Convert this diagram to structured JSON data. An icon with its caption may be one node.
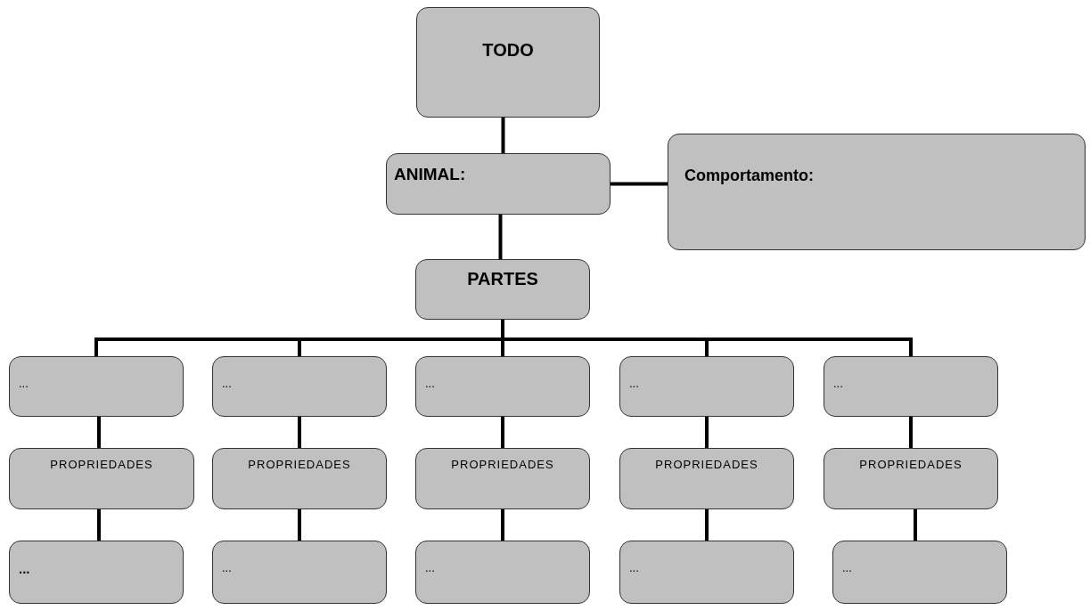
{
  "diagram": {
    "nodes": [
      {
        "text": [
          "TODO"
        ]
      },
      {
        "text": [
          "ANIMAL:"
        ]
      },
      {
        "text": [
          "Comportamento:"
        ]
      },
      {
        "text": [
          "PARTES"
        ]
      },
      {
        "text": [
          "..."
        ]
      },
      {
        "text": [
          "..."
        ]
      },
      {
        "text": [
          "..."
        ]
      },
      {
        "text": [
          "..."
        ]
      },
      {
        "text": [
          "..."
        ]
      },
      {
        "text": [
          "PROPRIEDADES"
        ]
      },
      {
        "text": [
          "PROPRIEDADES"
        ]
      },
      {
        "text": [
          "PROPRIEDADES"
        ]
      },
      {
        "text": [
          "PROPRIEDADES"
        ]
      },
      {
        "text": [
          "PROPRIEDADES"
        ]
      },
      {
        "text": [
          "..."
        ]
      },
      {
        "text": [
          "..."
        ]
      },
      {
        "text": [
          "..."
        ]
      },
      {
        "text": [
          "..."
        ]
      },
      {
        "text": [
          "..."
        ]
      }
    ],
    "edges": [
      {
        "from": 0,
        "to": 1,
        "arrow": "none"
      },
      {
        "from": 1,
        "to": 2,
        "arrow": "none"
      },
      {
        "from": 1,
        "to": 3,
        "arrow": "none"
      },
      {
        "from": 3,
        "to": 4,
        "arrow": "none"
      },
      {
        "from": 3,
        "to": 5,
        "arrow": "none"
      },
      {
        "from": 3,
        "to": 6,
        "arrow": "none"
      },
      {
        "from": 3,
        "to": 7,
        "arrow": "none"
      },
      {
        "from": 3,
        "to": 8,
        "arrow": "none"
      },
      {
        "from": 4,
        "to": 9,
        "arrow": "none"
      },
      {
        "from": 5,
        "to": 10,
        "arrow": "none"
      },
      {
        "from": 6,
        "to": 11,
        "arrow": "none"
      },
      {
        "from": 7,
        "to": 12,
        "arrow": "none"
      },
      {
        "from": 8,
        "to": 13,
        "arrow": "none"
      },
      {
        "from": 9,
        "to": 14,
        "arrow": "none"
      },
      {
        "from": 10,
        "to": 15,
        "arrow": "none"
      },
      {
        "from": 11,
        "to": 16,
        "arrow": "none"
      },
      {
        "from": 12,
        "to": 17,
        "arrow": "none"
      },
      {
        "from": 13,
        "to": 18,
        "arrow": "none"
      }
    ]
  }
}
